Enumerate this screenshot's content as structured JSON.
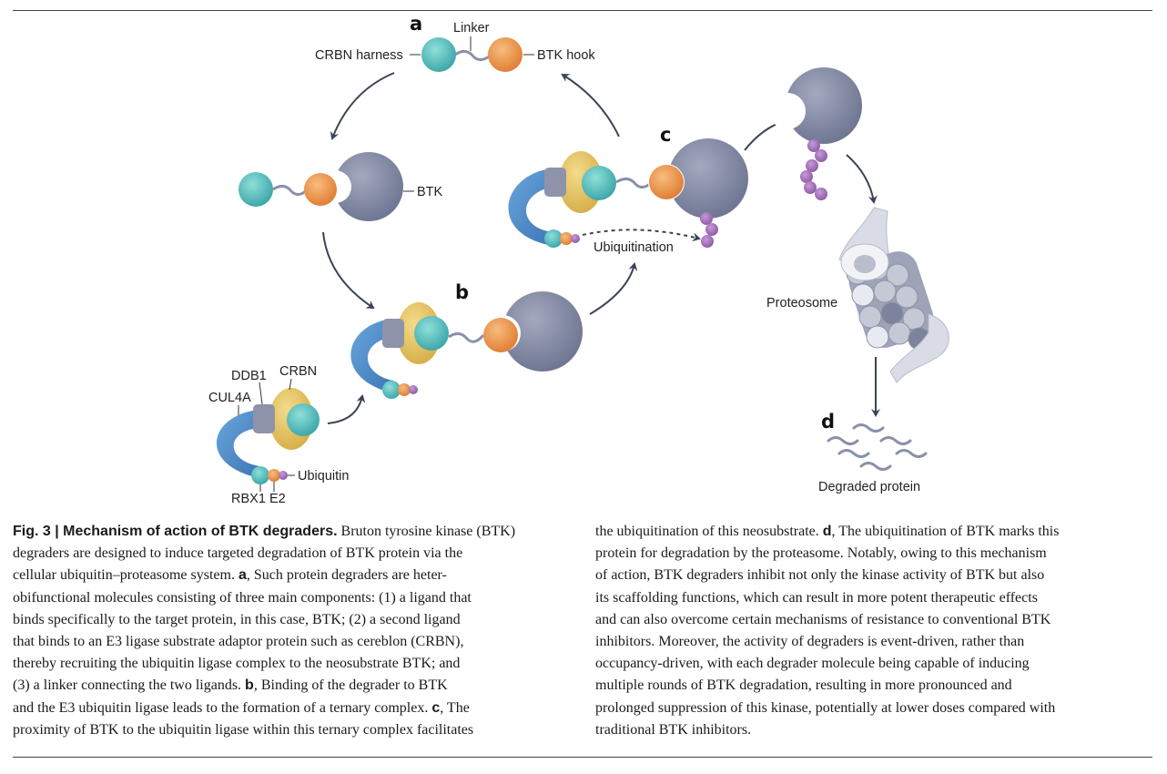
{
  "figure": {
    "panels": {
      "a": "a",
      "b": "b",
      "c": "c",
      "d": "d"
    },
    "labels": {
      "linker": "Linker",
      "crbn_harness": "CRBN harness",
      "btk_hook": "BTK hook",
      "btk": "BTK",
      "ubiquitination": "Ubiquitination",
      "proteosome": "Proteosome",
      "degraded_protein": "Degraded protein",
      "ddb1": "DDB1",
      "crbn": "CRBN",
      "cul4a": "CUL4A",
      "rbx1": "RBX1",
      "e2": "E2",
      "ubiquitin": "Ubiquitin"
    },
    "colors": {
      "teal": "#5bbfbf",
      "orange": "#ee9a4f",
      "btk_gray": "#8a90a8",
      "crbn_yellow": "#e6c76a",
      "cul4a_blue": "#4d8ac8",
      "ddb1_gray": "#8e93aa",
      "ubiquitin_purple": "#a070b8",
      "arrow": "#3b4456"
    }
  },
  "caption": {
    "left": [
      {
        "parts": [
          {
            "t": "Fig. 3 | Mechanism of action of BTK degraders.",
            "s": "bold"
          },
          {
            "t": " Bruton tyrosine kinase (BTK)",
            "s": ""
          }
        ]
      },
      {
        "parts": [
          {
            "t": "degraders are designed to induce targeted degradation of BTK protein via the",
            "s": ""
          }
        ]
      },
      {
        "parts": [
          {
            "t": "cellular ubiquitin–proteasome system. ",
            "s": ""
          },
          {
            "t": "a",
            "s": "pl"
          },
          {
            "t": ", Such protein degraders are heter-",
            "s": ""
          }
        ]
      },
      {
        "parts": [
          {
            "t": "obifunctional molecules consisting of three main components: (1) a ligand that",
            "s": ""
          }
        ]
      },
      {
        "parts": [
          {
            "t": "binds specifically to the target protein, in this case, BTK; (2) a second ligand",
            "s": ""
          }
        ]
      },
      {
        "parts": [
          {
            "t": "that binds to an E3 ligase substrate adaptor protein such as cereblon (CRBN),",
            "s": ""
          }
        ]
      },
      {
        "parts": [
          {
            "t": "thereby recruiting the ubiquitin ligase complex to the neosubstrate BTK; and",
            "s": ""
          }
        ]
      },
      {
        "parts": [
          {
            "t": "(3) a linker connecting the two ligands. ",
            "s": ""
          },
          {
            "t": "b",
            "s": "pl"
          },
          {
            "t": ", Binding of the degrader to BTK",
            "s": ""
          }
        ]
      },
      {
        "parts": [
          {
            "t": "and the E3 ubiquitin ligase leads to the formation of a ternary complex. ",
            "s": ""
          },
          {
            "t": "c",
            "s": "pl"
          },
          {
            "t": ", The",
            "s": ""
          }
        ]
      },
      {
        "parts": [
          {
            "t": "proximity of BTK to the ubiquitin ligase within this ternary complex facilitates",
            "s": ""
          }
        ]
      }
    ],
    "right": [
      {
        "parts": [
          {
            "t": "the ubiquitination of this neosubstrate. ",
            "s": ""
          },
          {
            "t": "d",
            "s": "pl"
          },
          {
            "t": ", The ubiquitination of BTK marks this",
            "s": ""
          }
        ]
      },
      {
        "parts": [
          {
            "t": "protein for degradation by the proteasome. Notably, owing to this mechanism",
            "s": ""
          }
        ]
      },
      {
        "parts": [
          {
            "t": "of action, BTK degraders inhibit not only the kinase activity of BTK but also",
            "s": ""
          }
        ]
      },
      {
        "parts": [
          {
            "t": "its scaffolding functions, which can result in more potent therapeutic effects",
            "s": ""
          }
        ]
      },
      {
        "parts": [
          {
            "t": "and can also overcome certain mechanisms of resistance to conventional BTK",
            "s": ""
          }
        ]
      },
      {
        "parts": [
          {
            "t": "inhibitors. Moreover, the activity of degraders is event-driven, rather than",
            "s": ""
          }
        ]
      },
      {
        "parts": [
          {
            "t": "occupancy-driven, with each degrader molecule being capable of inducing",
            "s": ""
          }
        ]
      },
      {
        "parts": [
          {
            "t": "multiple rounds of BTK degradation, resulting in more pronounced and",
            "s": ""
          }
        ]
      },
      {
        "parts": [
          {
            "t": "prolonged suppression of this kinase, potentially at lower doses compared with",
            "s": ""
          }
        ]
      },
      {
        "parts": [
          {
            "t": "traditional BTK inhibitors.",
            "s": ""
          }
        ]
      }
    ]
  }
}
